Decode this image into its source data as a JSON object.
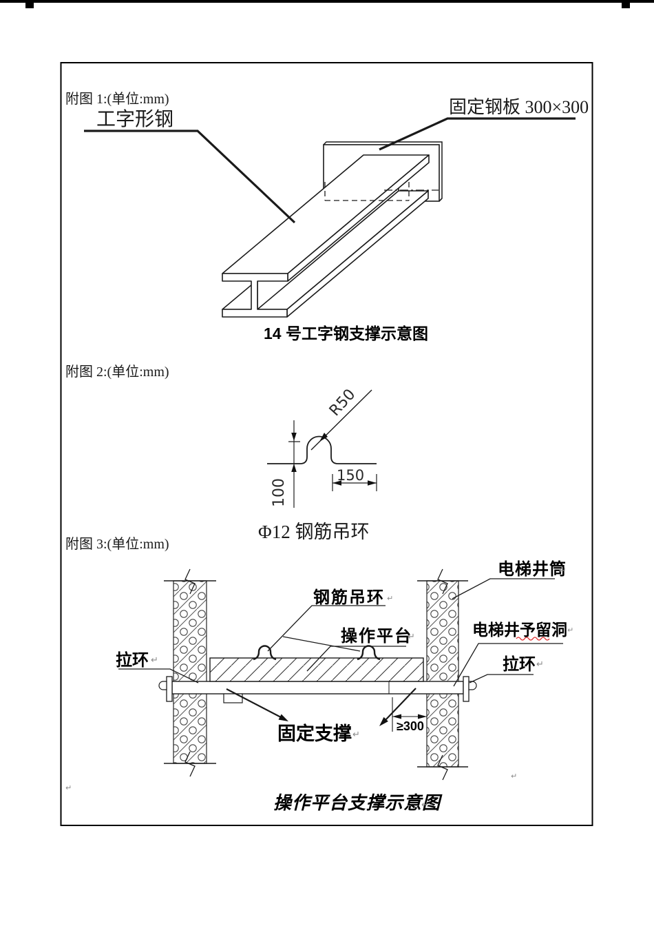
{
  "page": {
    "colors": {
      "line": "#1a1a1a",
      "squiggle_red": "#e03030",
      "mark_gray": "#8a8a8a"
    }
  },
  "figure1": {
    "header": "附图 1:(单位:mm)",
    "beam_label": "工字形钢",
    "plate_label": "固定钢板 300×300",
    "caption": "14 号工字钢支撑示意图"
  },
  "figure2": {
    "header": "附图 2:(单位:mm)",
    "dims": {
      "radius": "R50",
      "height": "100",
      "width": "150"
    },
    "caption": "Φ12 钢筋吊环"
  },
  "figure3": {
    "header": "附图 3:(单位:mm)",
    "labels": {
      "shaft_wall": "电梯井筒",
      "rebar_hook": "钢筋吊环",
      "work_platform": "操作平台",
      "reserved_hole": "电梯井予留洞",
      "pull_ring_left": "拉环",
      "pull_ring_right": "拉环",
      "fixed_support": "固定支撑",
      "clearance_dim": "≥300"
    },
    "caption": "操作平台支撑示意图"
  },
  "marks": {
    "paragraph_mark": "↵"
  }
}
